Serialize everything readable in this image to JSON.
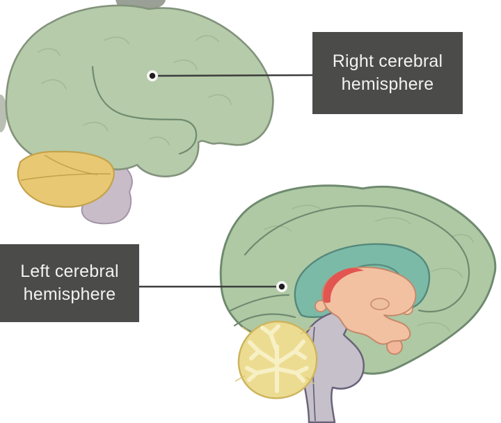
{
  "labels": {
    "right_hemisphere": {
      "line1": "Right cerebral",
      "line2": "hemisphere"
    },
    "left_hemisphere": {
      "line1": "Left cerebral",
      "line2": "hemisphere"
    }
  },
  "annotation": {
    "box_color": "#4b4b4a",
    "text_color": "#f2f2f2",
    "line_color": "#3c3c3c",
    "dot_color": "#1f1f1f"
  },
  "figures": {
    "lateral": {
      "description": "brain lateral view, right hemisphere",
      "colors": {
        "cerebrum": "#b5cba9",
        "cerebellum": "#e8c873",
        "brainstem": "#c8bcc8",
        "cord_stub": "#9aa095",
        "edge_sliver": "#b9bfb3"
      }
    },
    "sagittal": {
      "description": "brain midsagittal view, left hemisphere",
      "colors": {
        "cerebrum": "#afc9a5",
        "ventricle_region": "#7cbaa8",
        "thalamus_region": "#f2c1a1",
        "fornix_red": "#e25551",
        "interthalamic": "#eec09f",
        "pineal_bump": "#f6cdb2",
        "cerebellum": "#ecdc92",
        "arbor_vitae": "#f7f0c4",
        "brainstem": "#c6c0cb",
        "pituitary": "#f2b79b"
      }
    }
  }
}
